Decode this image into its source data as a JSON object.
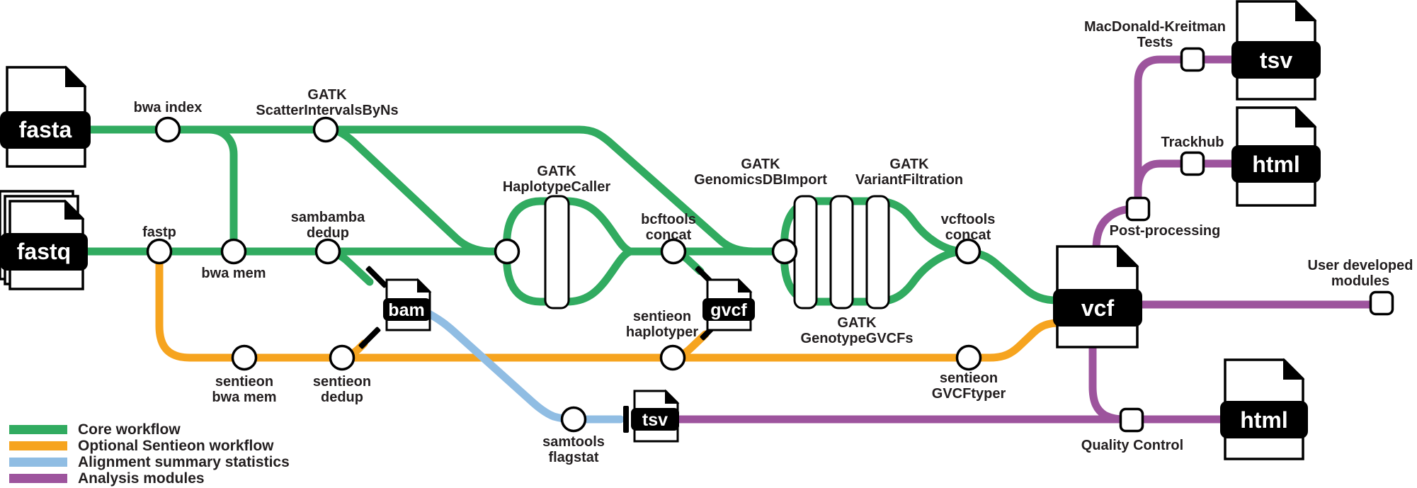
{
  "colors": {
    "core": "#31AB60",
    "sentieon": "#F6A41F",
    "alignment": "#90BDE3",
    "analysis": "#9D549D",
    "text": "#231F20"
  },
  "files": {
    "fasta": "fasta",
    "fastq": "fastq",
    "bam": "bam",
    "gvcf": "gvcf",
    "vcf": "vcf",
    "tsv_flagstat": "tsv",
    "tsv_mk": "tsv",
    "html_trackhub": "html",
    "html_qc": "html"
  },
  "labels": {
    "bwa_index": [
      "bwa index"
    ],
    "scatter": [
      "GATK",
      "ScatterIntervalsByNs"
    ],
    "fastp": [
      "fastp"
    ],
    "bwa_mem": [
      "bwa mem"
    ],
    "sambamba": [
      "sambamba",
      "dedup"
    ],
    "haplotypecaller": [
      "GATK",
      "HaplotypeCaller"
    ],
    "bcftools": [
      "bcftools",
      "concat"
    ],
    "genomicsdb": [
      "GATK",
      "GenomicsDBImport"
    ],
    "variantfiltration": [
      "GATK",
      "VariantFiltration"
    ],
    "genotypegvcfs": [
      "GATK",
      "GenotypeGVCFs"
    ],
    "vcftools": [
      "vcftools",
      "concat"
    ],
    "sentieon_bwa_mem": [
      "sentieon",
      "bwa mem"
    ],
    "sentieon_dedup": [
      "sentieon",
      "dedup"
    ],
    "sentieon_haplotyper": [
      "sentieon",
      "haplotyper"
    ],
    "sentieon_gvcftyper": [
      "sentieon",
      "GVCFtyper"
    ],
    "samtools_flagstat": [
      "samtools",
      "flagstat"
    ],
    "mk_tests": [
      "MacDonald-Kreitman",
      "Tests"
    ],
    "trackhub": [
      "Trackhub"
    ],
    "post_processing": [
      "Post-processing"
    ],
    "user_modules": [
      "User developed",
      "modules"
    ],
    "quality_control": [
      "Quality Control"
    ]
  },
  "legend": {
    "items": [
      {
        "label": "Core workflow",
        "color_key": "core"
      },
      {
        "label": "Optional Sentieon workflow",
        "color_key": "sentieon"
      },
      {
        "label": "Alignment summary statistics",
        "color_key": "alignment"
      },
      {
        "label": "Analysis modules",
        "color_key": "analysis"
      }
    ]
  }
}
